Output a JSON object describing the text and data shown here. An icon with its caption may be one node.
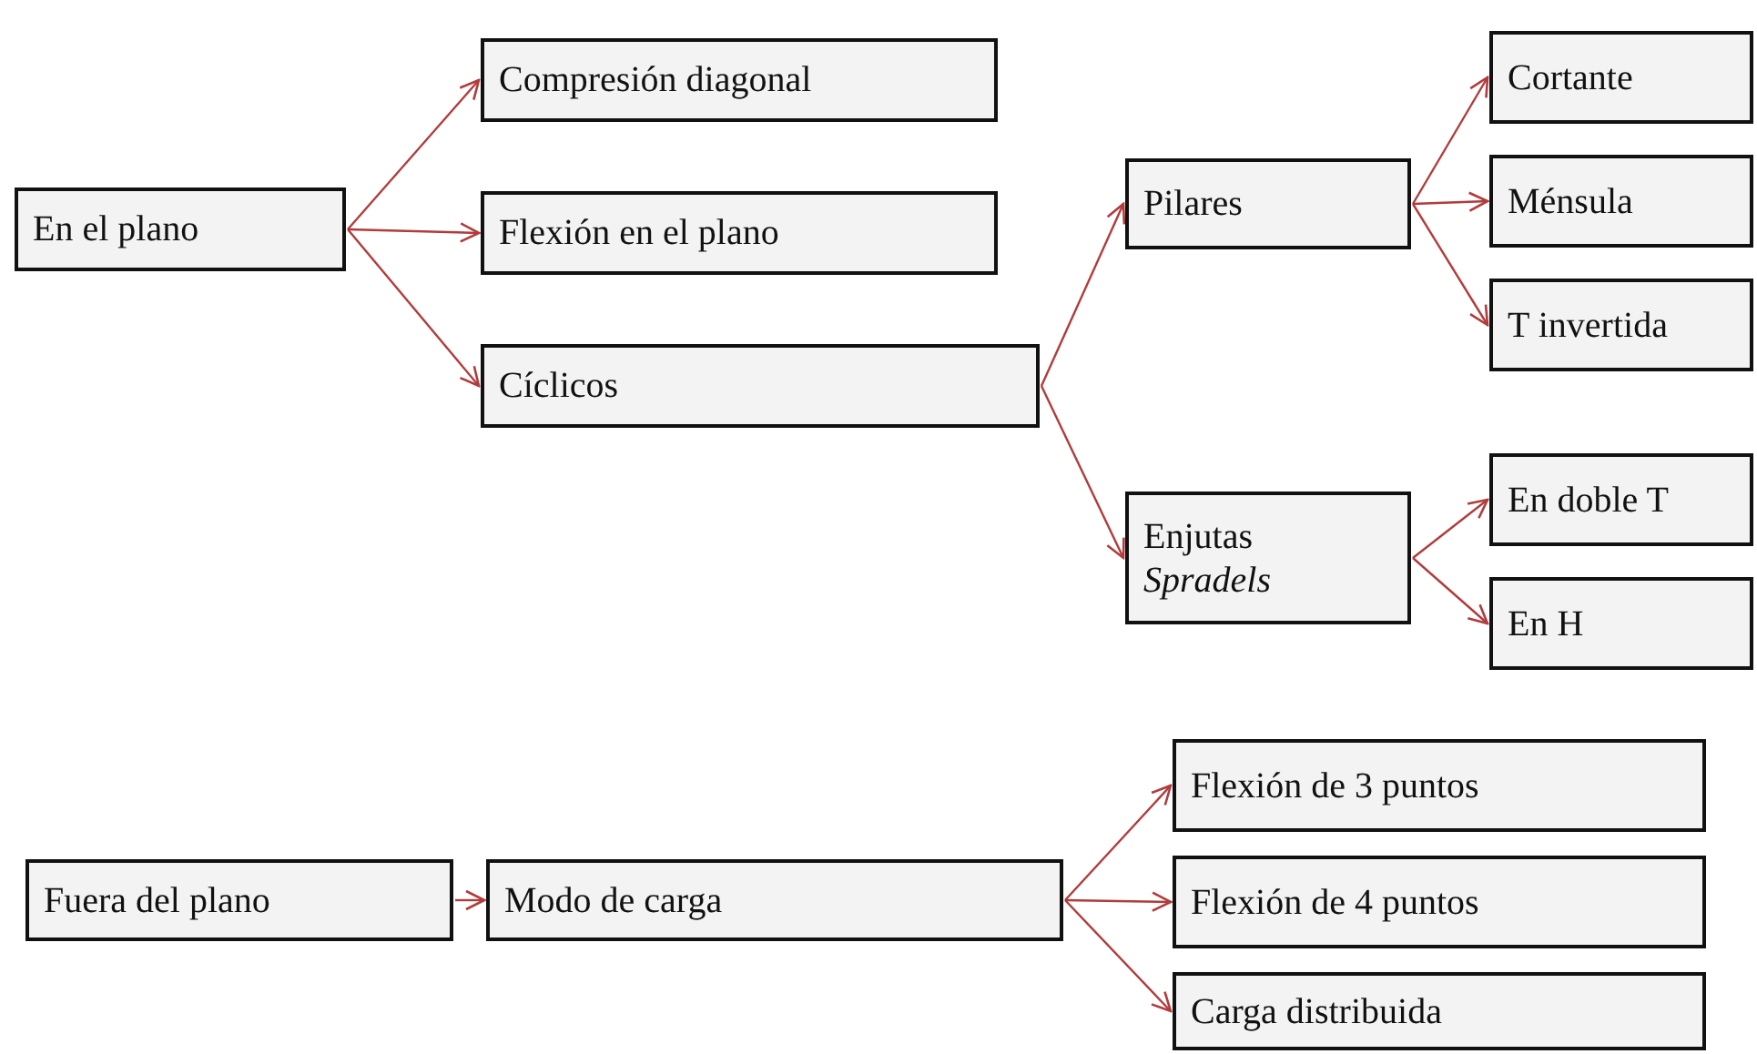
{
  "diagram": {
    "nodes": [
      {
        "text": [
          "En el plano"
        ]
      },
      {
        "text": [
          "Compresión diagonal"
        ]
      },
      {
        "text": [
          "Flexión en el plano"
        ]
      },
      {
        "text": [
          "Cíclicos"
        ]
      },
      {
        "text": [
          "Pilares"
        ]
      },
      {
        "text": [
          "Cortante"
        ]
      },
      {
        "text": [
          "Ménsula"
        ]
      },
      {
        "text": [
          "T invertida"
        ]
      },
      {
        "text": [
          "Enjutas",
          "Spradels"
        ]
      },
      {
        "text": [
          "En doble T"
        ]
      },
      {
        "text": [
          "En H"
        ]
      },
      {
        "text": [
          "Fuera del plano"
        ]
      },
      {
        "text": [
          "Modo de carga"
        ]
      },
      {
        "text": [
          "Flexión de 3 puntos"
        ]
      },
      {
        "text": [
          "Flexión de 4 puntos"
        ]
      },
      {
        "text": [
          "Carga distribuida"
        ]
      }
    ],
    "edges": [
      {
        "from": 0,
        "to": 1,
        "arrow": "to"
      },
      {
        "from": 0,
        "to": 2,
        "arrow": "to"
      },
      {
        "from": 0,
        "to": 3,
        "arrow": "to"
      },
      {
        "from": 3,
        "to": 4,
        "arrow": "to"
      },
      {
        "from": 3,
        "to": 8,
        "arrow": "to"
      },
      {
        "from": 4,
        "to": 5,
        "arrow": "to"
      },
      {
        "from": 4,
        "to": 6,
        "arrow": "to"
      },
      {
        "from": 4,
        "to": 7,
        "arrow": "to"
      },
      {
        "from": 8,
        "to": 9,
        "arrow": "to"
      },
      {
        "from": 8,
        "to": 10,
        "arrow": "to"
      },
      {
        "from": 11,
        "to": 12,
        "arrow": "to"
      },
      {
        "from": 12,
        "to": 13,
        "arrow": "to"
      },
      {
        "from": 12,
        "to": 14,
        "arrow": "to"
      },
      {
        "from": 12,
        "to": 15,
        "arrow": "to"
      }
    ]
  }
}
